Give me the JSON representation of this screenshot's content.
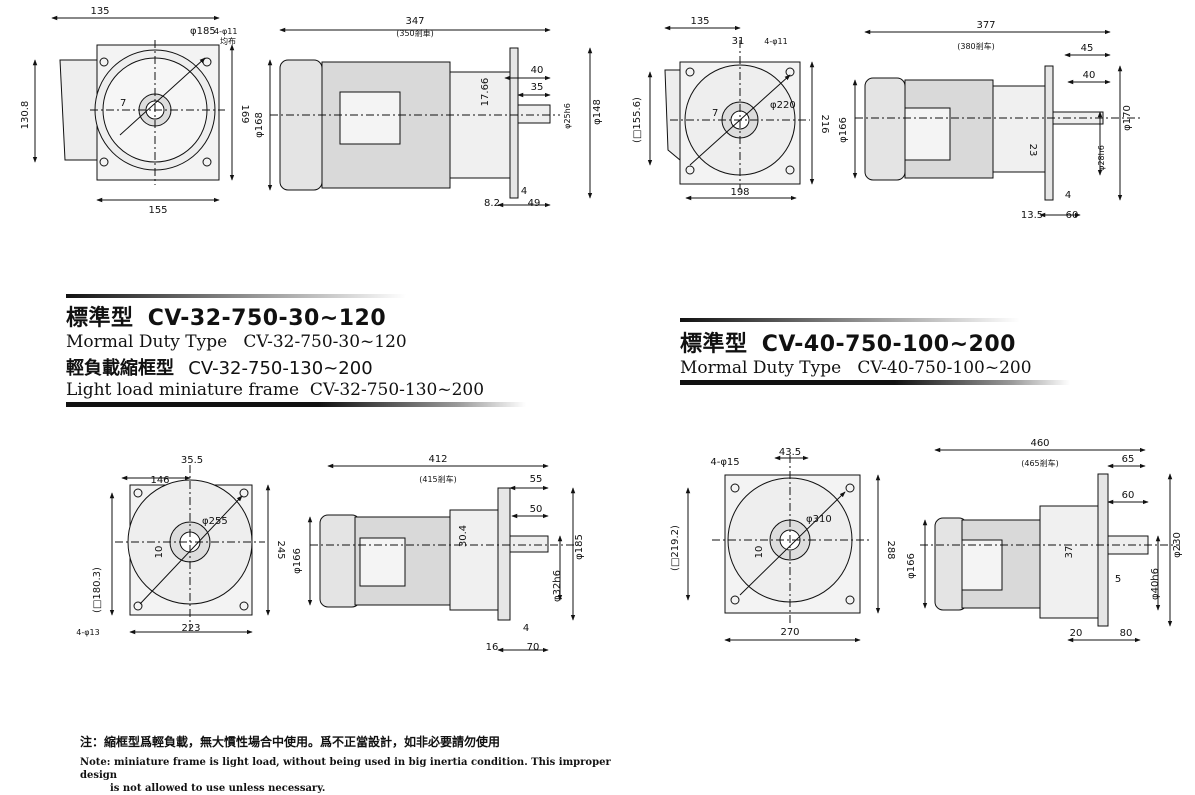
{
  "top_left": {
    "front_dims": [
      "135",
      "φ185",
      "4-φ11",
      "均布",
      "130.8",
      "7",
      "169",
      "155"
    ],
    "side_dims": [
      "347",
      "(350剎車)",
      "φ168",
      "17.66",
      "40",
      "35",
      "φ25h6",
      "φ148",
      "4",
      "8.2",
      "49"
    ]
  },
  "top_right": {
    "front_dims": [
      "135",
      "31",
      "4-φ11",
      "(□155.6)",
      "φ220",
      "7",
      "216",
      "198"
    ],
    "side_dims": [
      "377",
      "(380剎车)",
      "45",
      "40",
      "φ166",
      "23",
      "φ170",
      "φ28h6",
      "4",
      "13.5",
      "60"
    ]
  },
  "bottom_left": {
    "front_dims": [
      "35.5",
      "146",
      "φ255",
      "10",
      "245",
      "(□180.3)",
      "4-φ13",
      "223"
    ],
    "side_dims": [
      "412",
      "(415剎车)",
      "55",
      "50",
      "φ166",
      "30.4",
      "φ185",
      "φ32h6",
      "4",
      "16",
      "70"
    ]
  },
  "bottom_right": {
    "front_dims": [
      "4-φ15",
      "43.5",
      "φ310",
      "10",
      "288",
      "(□219.2)",
      "270"
    ],
    "side_dims": [
      "460",
      "(465剎车)",
      "65",
      "60",
      "φ166",
      "37",
      "5",
      "φ230",
      "φ40h6",
      "20",
      "80"
    ]
  },
  "title_left": {
    "cn_label": "標準型",
    "model": "CV-32-750-30~120",
    "en_line": "Mormal Duty Type   CV-32-750-30~120",
    "cn_line2_label": "輕負載縮框型",
    "cn_line2_model": "CV-32-750-130~200",
    "en_line2": "Light load miniature frame  CV-32-750-130~200"
  },
  "title_right": {
    "cn_label": "標準型",
    "model": "CV-40-750-100~200",
    "en_line": "Mormal Duty Type   CV-40-750-100~200"
  },
  "note": {
    "cn": "注：縮框型爲輕負載，無大慣性場合中使用。爲不正當設計，如非必要請勿使用",
    "en1": "Note: miniature frame is light load, without being used in big inertia condition. This improper design",
    "en2": "is not allowed to use unless necessary."
  }
}
